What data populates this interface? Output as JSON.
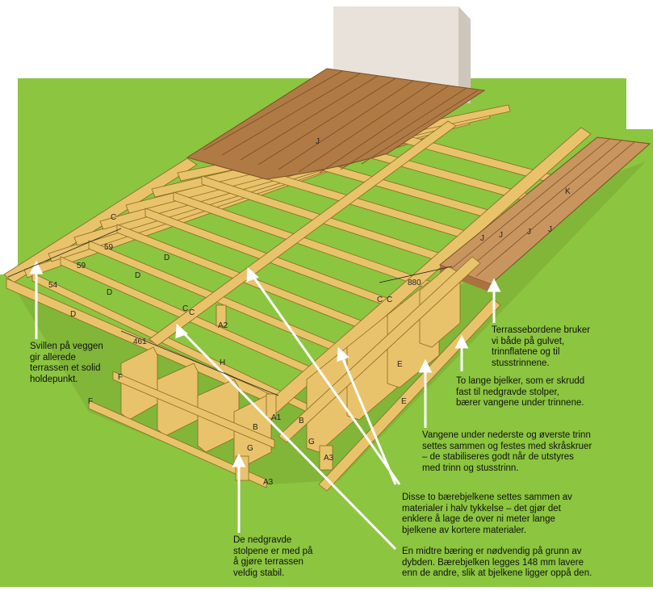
{
  "colors": {
    "grass": "#8cc53f",
    "wall": "#e8e2da",
    "lumber": "#e9c36b",
    "lumber_edge": "#8a6a23",
    "decking": "#b07a45",
    "decking_line": "#7a4e25",
    "steps": "#c8955f"
  },
  "part_labels": {
    "J_main": "J",
    "K": "K",
    "J_step1": "J",
    "J_step2": "J",
    "J_step3": "J",
    "J_step4": "J",
    "C_far": "C",
    "C_near1": "C",
    "C_near2": "C",
    "C_right1": "C",
    "C_right2": "C",
    "D1": "D",
    "D2": "D",
    "D3": "D",
    "D4": "D",
    "A1": "A1",
    "A2": "A2",
    "A3_left": "A3",
    "A3_right": "A3",
    "B_left": "B",
    "B_right": "B",
    "E_top": "E",
    "E_bottom": "E",
    "F_top": "F",
    "F_bottom": "F",
    "G_left": "G",
    "G_right": "G",
    "H": "H"
  },
  "dimensions": {
    "d59_a": "59",
    "d59_b": "59",
    "d54": "54",
    "d461": "461",
    "d880": "880"
  },
  "callouts": {
    "sill": [
      "Svillen på veggen",
      "gir allerede",
      "terrassen et solid",
      "holdepunkt."
    ],
    "boards": [
      "Terrassebordene bruker",
      "vi både på gulvet,",
      "trinnflatene og til",
      "stusstrinnene."
    ],
    "long_beams": [
      "To lange bjelker, som er skrudd",
      "fast til nedgravde stolper,",
      "bærer vangene under trinnene."
    ],
    "stringers": [
      "Vangene under nederste og øverste trinn",
      "settes sammen og festes med skråskruer",
      "– de stabiliseres godt når de utstyres",
      "med trinn og stusstrinn."
    ],
    "bearing_beams": [
      "Disse to bærebjelkene settes sammen av",
      "materialer i halv tykkelse – det gjør det",
      "enklere å lage de over ni meter lange",
      "bjelkene av kortere materialer."
    ],
    "posts": [
      "De nedgravde",
      "stolpene er med på",
      "å gjøre terrassen",
      "veldig stabil."
    ],
    "middle_bearing": [
      "En midtre bæring er nødvendig på grunn av",
      "dybden. Bærebjelken legges 148 mm lavere",
      "enn de andre, slik at bjelkene ligger oppå den."
    ]
  }
}
